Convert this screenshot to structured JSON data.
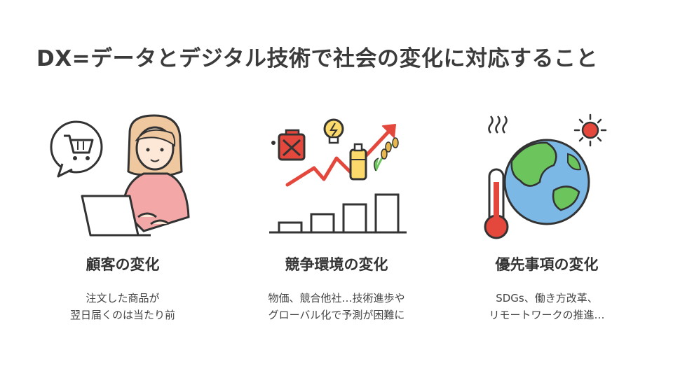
{
  "title": "DX=データとデジタル技術で社会の変化に対応すること",
  "columns": [
    {
      "title": "顧客の変化",
      "desc_lines": [
        "注文した商品が",
        "翌日届くのは当たり前"
      ],
      "icon": "online-shopping-woman-laptop"
    },
    {
      "title": "競争環境の変化",
      "desc_lines": [
        "物価、競合他社…技術進歩や",
        "グローバル化で予測が困難に"
      ],
      "icon": "rising-price-chart"
    },
    {
      "title": "優先事項の変化",
      "desc_lines": [
        "SDGs、働き方改革、",
        "リモートワークの推進…"
      ],
      "icon": "earth-thermometer-sun"
    }
  ],
  "colors": {
    "outline": "#333333",
    "skin": "#fde7d6",
    "sweater": "#f4a7a7",
    "hair": "#f0c8a0",
    "red": "#e4483c",
    "yellow": "#fbd96b",
    "earth_sea": "#7bb8e6",
    "earth_land": "#6cc45d"
  }
}
